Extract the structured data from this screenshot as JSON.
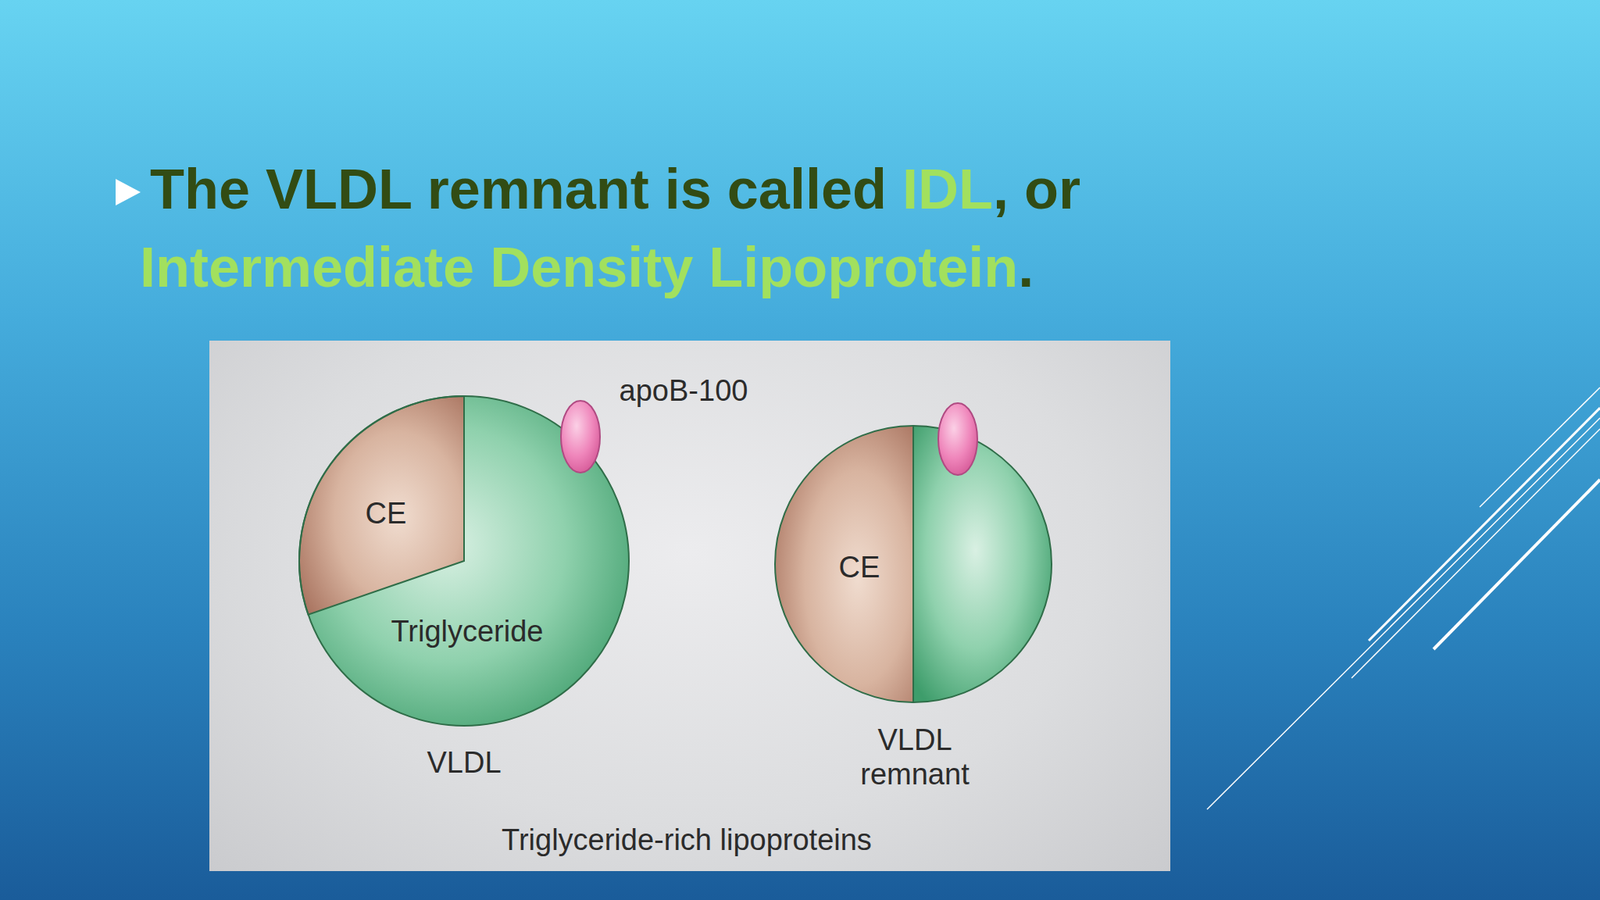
{
  "diagram": {
    "title": "The VLDL remnant is called IDL, or Intermediate Density Lipoprotein.",
    "nodes": [
      {
        "text": [
          "Triglyceride-rich lipoproteins"
        ]
      },
      {
        "text": [
          "CE",
          "Triglyceride",
          "VLDL"
        ],
        "in": 0
      },
      {
        "text": [
          "CE",
          "VLDL remnant"
        ],
        "in": 0
      }
    ],
    "labels": [
      "apoB-100"
    ]
  }
}
